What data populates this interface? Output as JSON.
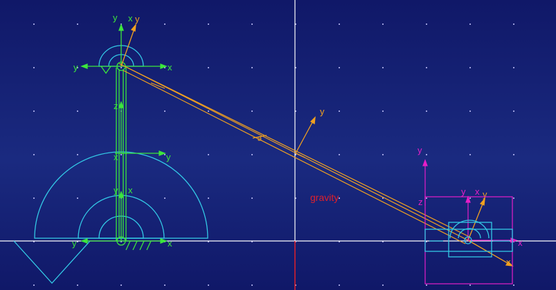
{
  "colors": {
    "background": "#141a6a",
    "grid_dot": "#c8c8ff",
    "axis_white": "#ffffff",
    "gravity_red": "#e0202a",
    "crank_green": "#3ce63c",
    "frame_cyan": "#33c9e6",
    "link_orange": "#f0a020",
    "slider_magenta": "#e61ec8"
  },
  "labels": {
    "gravity": "gravity",
    "axis_x": "x",
    "axis_y": "y",
    "axis_z": "z",
    "axis_xy": "xy",
    "link_mark": "a"
  },
  "icons": {
    "crank_pivot": "revolute-joint-icon",
    "slider_pivot": "revolute-joint-icon",
    "ground": "ground-triangle-icon"
  }
}
